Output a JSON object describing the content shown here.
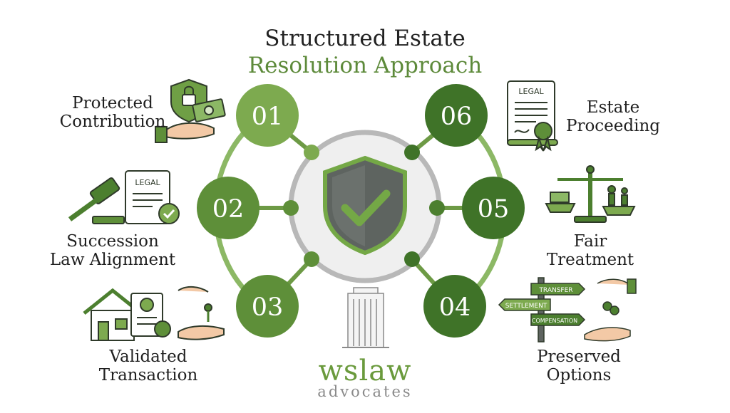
{
  "title": {
    "line1": "Structured Estate",
    "line2": "Resolution Approach"
  },
  "colors": {
    "light_green": "#7daa4f",
    "dark_green": "#3f7328",
    "ring_green": "#8cb865",
    "ring_gray": "#b8b8b8",
    "shield_gray": "#5e6460",
    "check_green": "#74a846"
  },
  "steps": [
    {
      "number": "01",
      "label": [
        "Protected",
        "Contribution"
      ],
      "icon": "shield-lock-money-hand-icon"
    },
    {
      "number": "02",
      "label": [
        "Succession",
        "Law Alignment"
      ],
      "icon": "gavel-legal-document-icon"
    },
    {
      "number": "03",
      "label": [
        "Validated",
        "Transaction"
      ],
      "icon": "house-document-key-icon"
    },
    {
      "number": "04",
      "label": [
        "Preserved",
        "Options"
      ],
      "icon": "signpost-keys-hand-icon"
    },
    {
      "number": "05",
      "label": [
        "Fair",
        "Treatment"
      ],
      "icon": "balance-scale-family-icon"
    },
    {
      "number": "06",
      "label": [
        "Estate",
        "Proceeding"
      ],
      "icon": "legal-scroll-seal-icon"
    }
  ],
  "legal_doc_text": "LEGAL",
  "signpost": [
    "TRANSFER",
    "SETTLEMENT",
    "COMPENSATION"
  ],
  "brand": {
    "name": "wslaw",
    "sub": "advocates",
    "icon": "building-icon"
  },
  "center_icon": "shield-check-icon"
}
